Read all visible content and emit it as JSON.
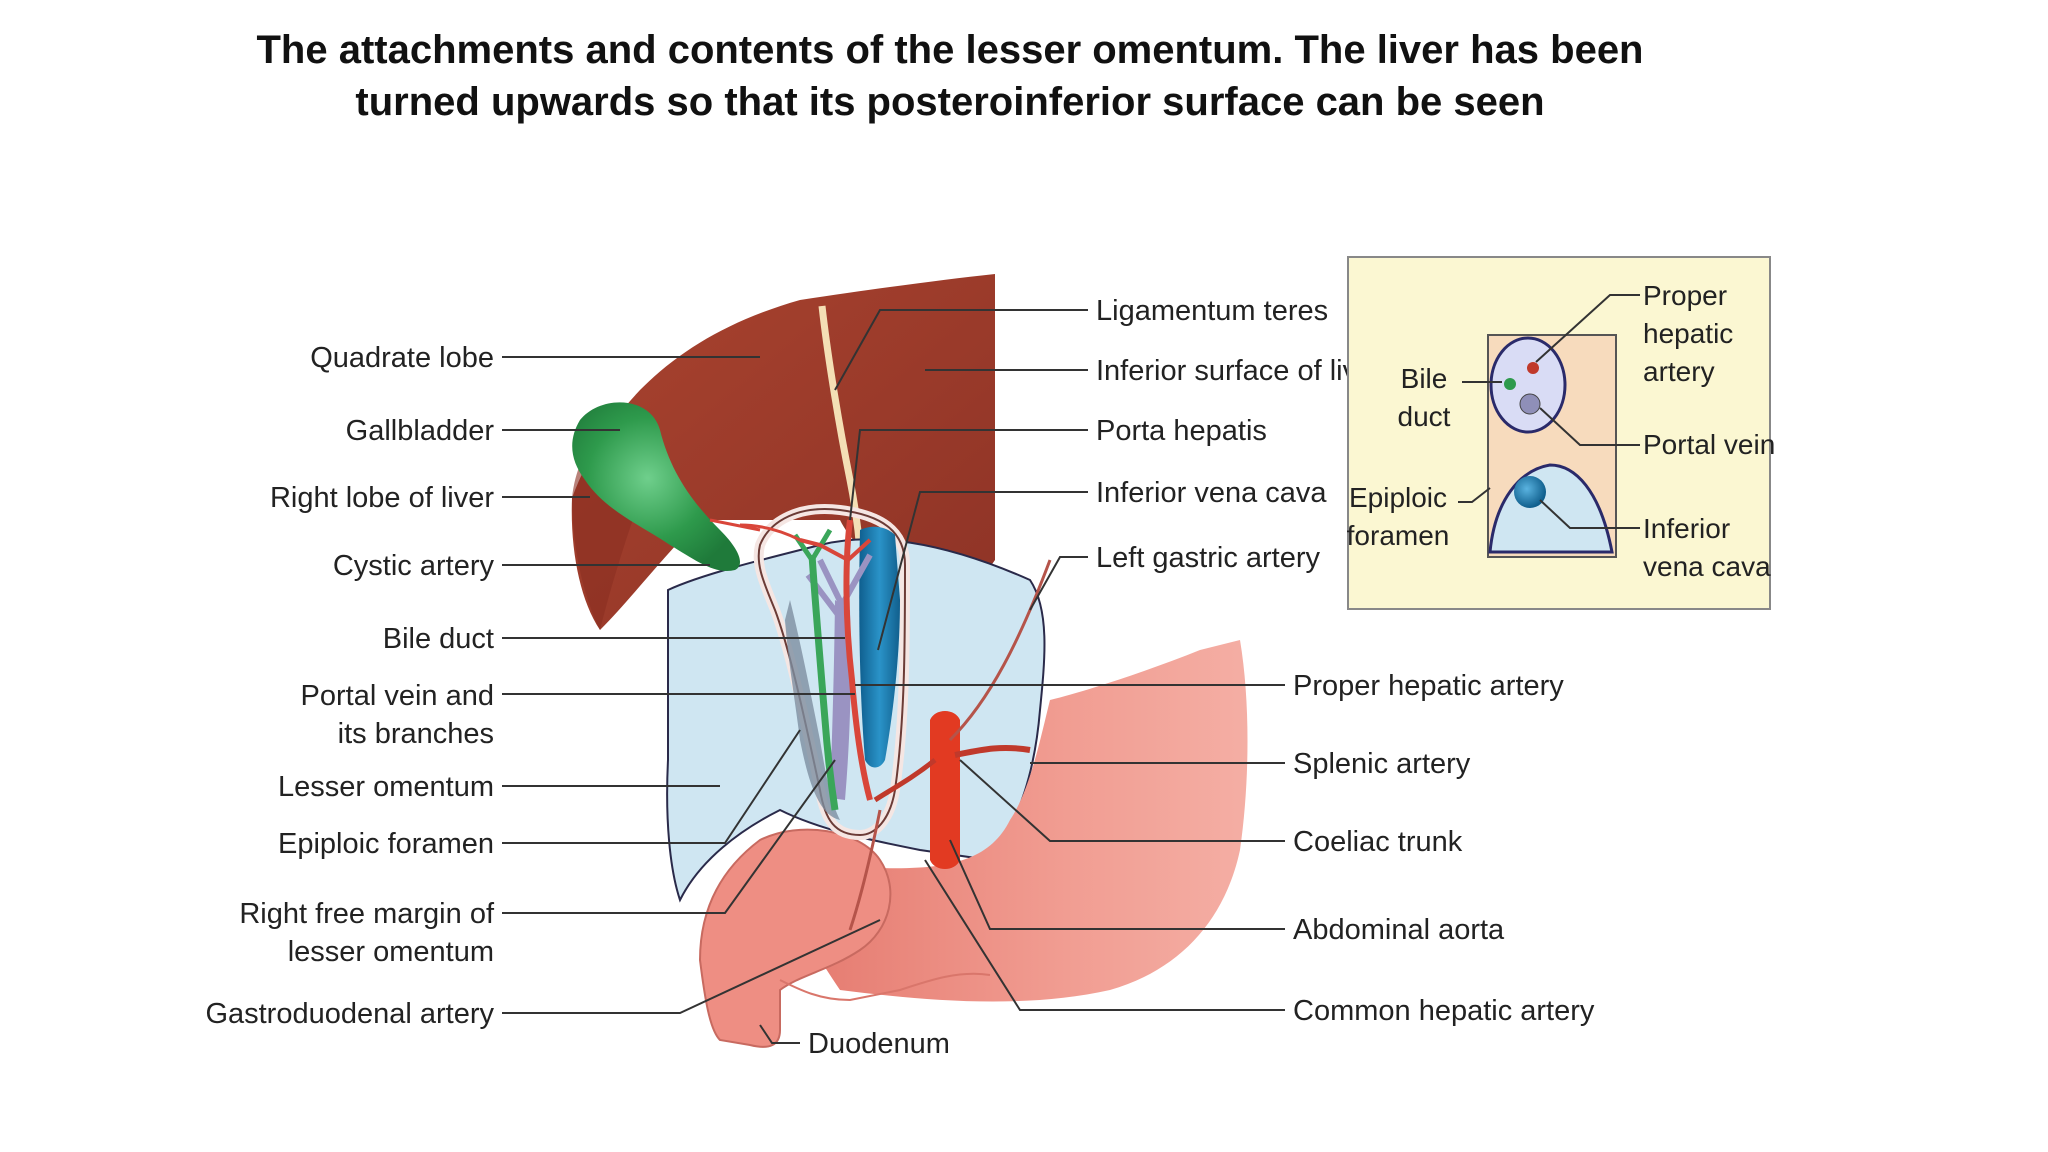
{
  "title": {
    "line1": "The attachments and contents of the lesser omentum. The liver has been",
    "line2": "turned upwards so that its posteroinferior surface can be seen"
  },
  "labels_left": {
    "quadrate_lobe": "Quadrate lobe",
    "gallbladder": "Gallbladder",
    "right_lobe": "Right lobe of liver",
    "cystic_artery": "Cystic artery",
    "bile_duct": "Bile duct",
    "portal_vein_1": "Portal vein and",
    "portal_vein_2": "its branches",
    "lesser_omentum": "Lesser omentum",
    "epiploic_foramen": "Epiploic foramen",
    "right_free_margin_1": "Right free margin of",
    "right_free_margin_2": "lesser omentum",
    "gastroduodenal": "Gastroduodenal artery"
  },
  "labels_right": {
    "ligamentum_teres": "Ligamentum teres",
    "inferior_surface": "Inferior surface of liver",
    "porta_hepatis": "Porta hepatis",
    "ivc": "Inferior vena cava",
    "left_gastric": "Left gastric artery",
    "proper_hepatic": "Proper hepatic artery",
    "splenic": "Splenic artery",
    "coeliac": "Coeliac trunk",
    "aorta": "Abdominal aorta",
    "common_hepatic": "Common hepatic artery"
  },
  "label_bottom": {
    "duodenum": "Duodenum"
  },
  "inset": {
    "bile_1": "Bile",
    "bile_2": "duct",
    "epiploic_1": "Epiploic",
    "epiploic_2": "foramen",
    "proper_1": "Proper",
    "proper_2": "hepatic",
    "proper_3": "artery",
    "portal": "Portal vein",
    "ivc_1": "Inferior",
    "ivc_2": "vena cava"
  },
  "colors": {
    "liver": "#9c3a2c",
    "gallbladder": "#2e9a4c",
    "omentum": "#cfe6f2",
    "stomach": "#ec8a7f",
    "aorta": "#e23a22",
    "ivc": "#1f7fb0",
    "inset_bg": "#fbf7d2"
  }
}
